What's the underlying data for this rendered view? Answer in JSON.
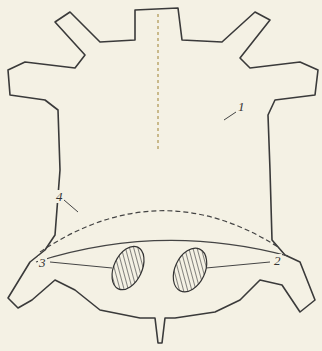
{
  "diagram": {
    "labels": [
      "1",
      "4",
      "3",
      "2"
    ]
  }
}
